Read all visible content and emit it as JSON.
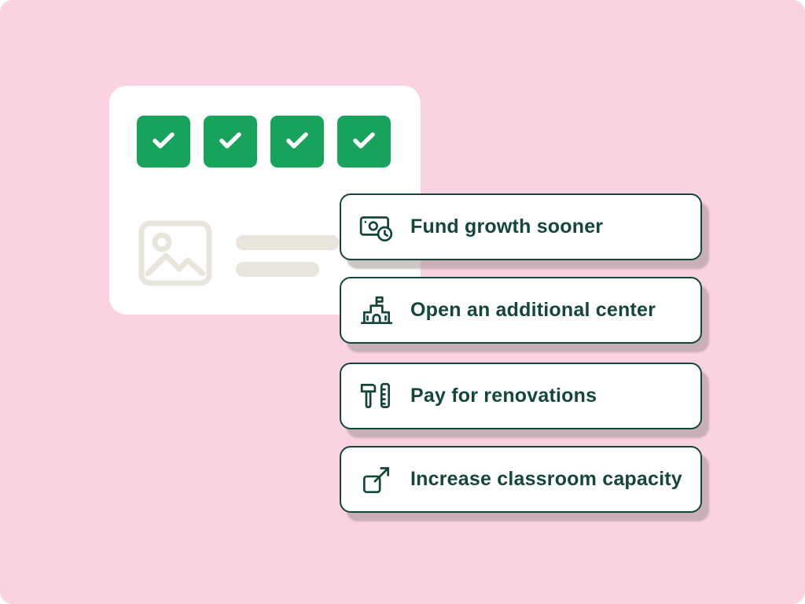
{
  "colors": {
    "background": "#FAD2E2",
    "card_background": "#FFFFFF",
    "checkbox_green": "#17A35C",
    "dark_green": "#14463C",
    "placeholder_gray": "#E9E5DD"
  },
  "checklist_card": {
    "checkbox_count": 4,
    "checkbox_state": "checked",
    "image_placeholder_icon": "image-icon",
    "skeleton_line_count": 2
  },
  "options": [
    {
      "icon": "banknote-clock-icon",
      "label": "Fund growth sooner"
    },
    {
      "icon": "school-building-icon",
      "label": "Open an additional center"
    },
    {
      "icon": "hammer-ruler-icon",
      "label": "Pay for renovations"
    },
    {
      "icon": "expand-arrow-icon",
      "label": "Increase classroom capacity"
    }
  ]
}
